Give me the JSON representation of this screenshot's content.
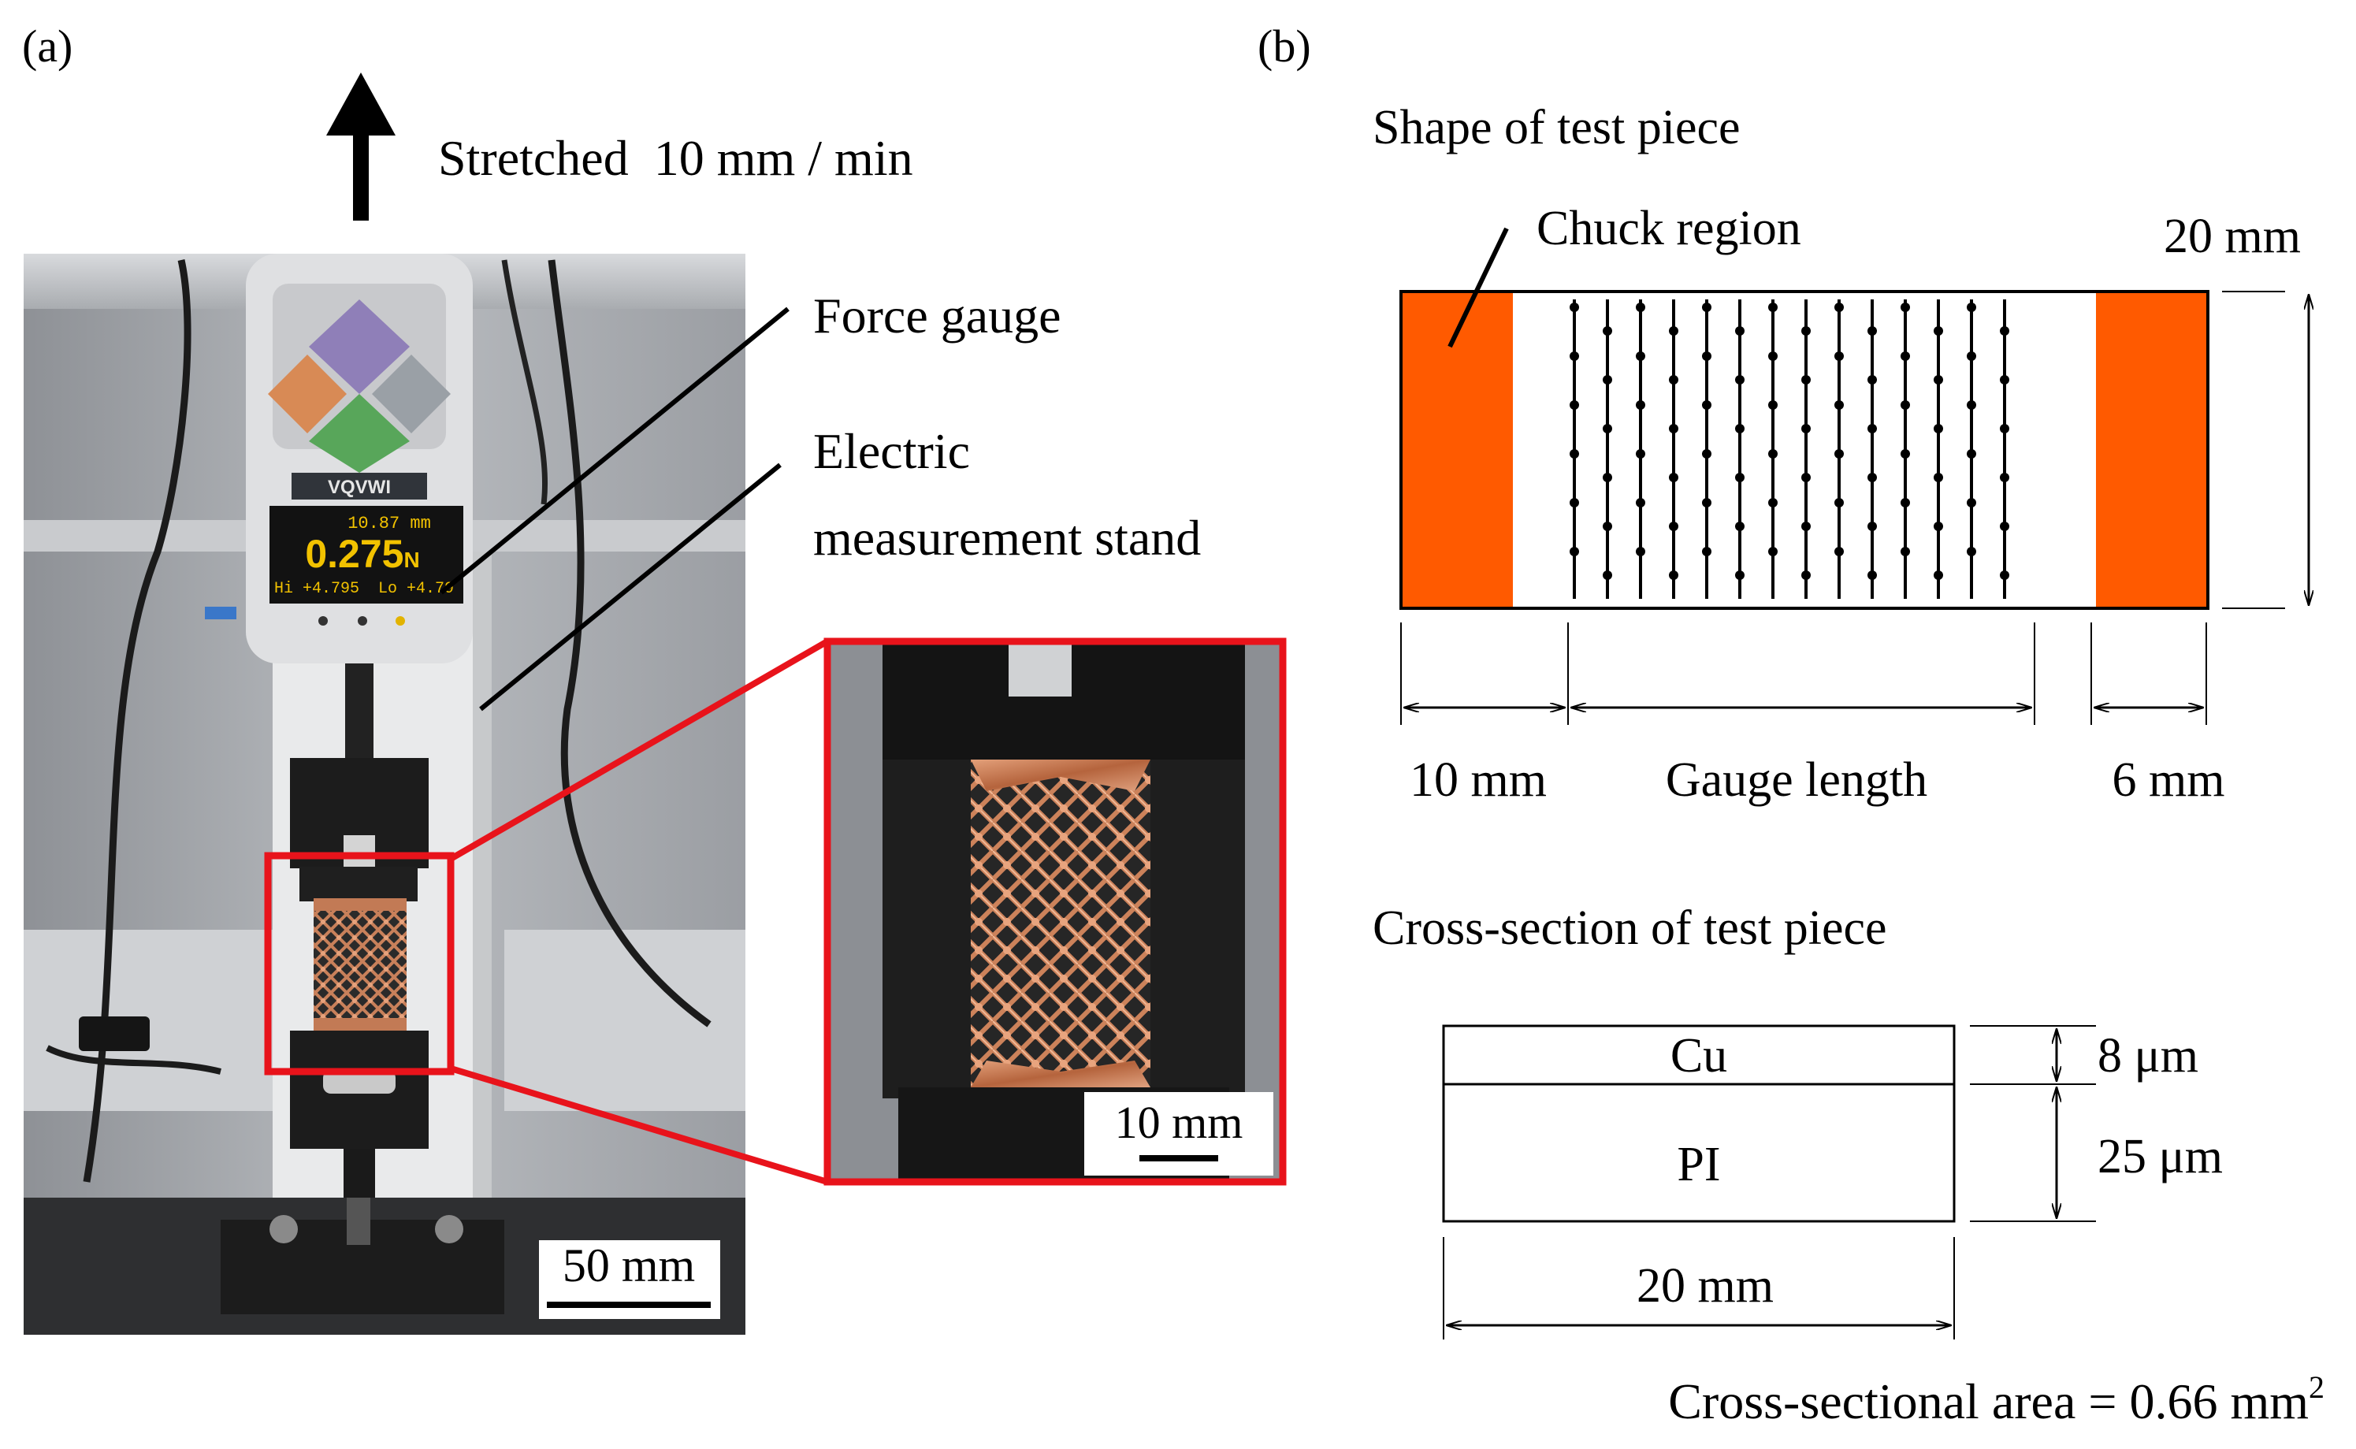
{
  "panel_a": {
    "label": "(a)",
    "stretch_label": "Stretched  10 mm / min",
    "force_gauge_label": "Force gauge",
    "stand_label_line1": "Electric",
    "stand_label_line2": "measurement stand",
    "gauge_display": {
      "brand": "VQVWI",
      "top_readout": "10.87 mm",
      "main_readout": "0.275",
      "main_unit": "N",
      "bottom_readout": "Hi +4.795  Lo +4.79"
    },
    "scale_bar_main": "50 mm",
    "scale_bar_inset": "10 mm",
    "colors": {
      "highlight": "#e8131b",
      "copper": "#c97a4e"
    }
  },
  "panel_b": {
    "label": "(b)",
    "shape_title": "Shape of test piece",
    "chuck_label": "Chuck region",
    "height_label": "20 mm",
    "dim_left": "10 mm",
    "dim_gauge": "Gauge length",
    "dim_right": "6 mm",
    "cross_title": "Cross-section of test piece",
    "layer_top": "Cu",
    "layer_bottom": "PI",
    "thickness_top": "8 μm",
    "thickness_bottom": "25 μm",
    "width_label": "20 mm",
    "area_label": "Cross-sectional area = 0.66 mm",
    "area_superscript": "2",
    "colors": {
      "chuck": "#ff5a00"
    }
  }
}
